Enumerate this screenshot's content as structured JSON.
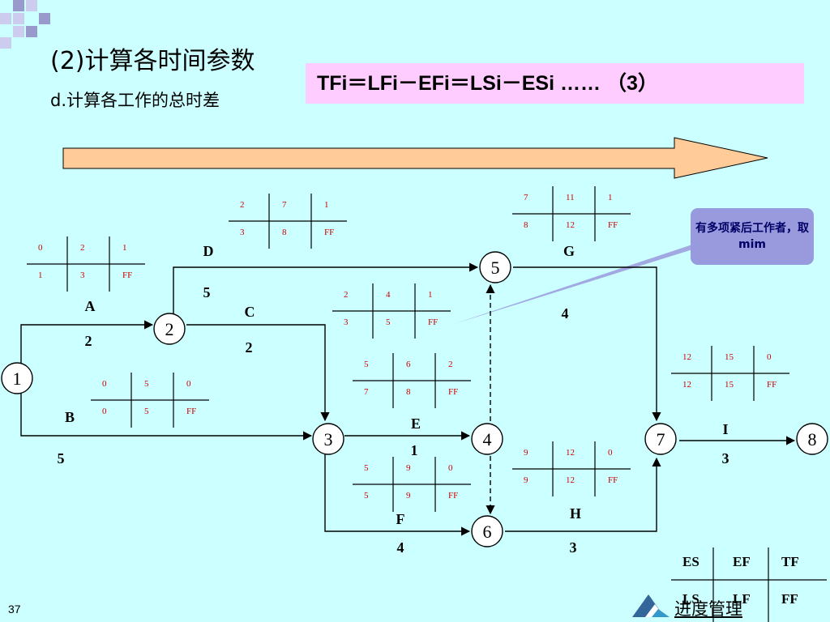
{
  "slide": {
    "title": "(2)计算各时间参数",
    "subtitle": "d.计算各工作的总时差",
    "formula": "TFi＝LFi－EFi＝LSi－ESi …… （3）",
    "callout": "有多项紧后工作者，取mim",
    "page_number": "37",
    "footer_title": "进度管理"
  },
  "nodes": [
    {
      "id": "1",
      "label": "1"
    },
    {
      "id": "2",
      "label": "2"
    },
    {
      "id": "3",
      "label": "3"
    },
    {
      "id": "4",
      "label": "4"
    },
    {
      "id": "5",
      "label": "5"
    },
    {
      "id": "6",
      "label": "6"
    },
    {
      "id": "7",
      "label": "7"
    },
    {
      "id": "8",
      "label": "8"
    }
  ],
  "activities": [
    {
      "name": "A",
      "duration": "2",
      "table": [
        [
          "0",
          "2",
          "1"
        ],
        [
          "1",
          "3",
          "FF"
        ]
      ]
    },
    {
      "name": "B",
      "duration": "5",
      "table": [
        [
          "0",
          "5",
          "0"
        ],
        [
          "0",
          "5",
          "FF"
        ]
      ]
    },
    {
      "name": "C",
      "duration": "2",
      "table": [
        [
          "2",
          "4",
          "1"
        ],
        [
          "3",
          "5",
          "FF"
        ]
      ]
    },
    {
      "name": "D",
      "duration": "5",
      "table": [
        [
          "2",
          "7",
          "1"
        ],
        [
          "3",
          "8",
          "FF"
        ]
      ]
    },
    {
      "name": "E",
      "duration": "1",
      "table": [
        [
          "5",
          "6",
          "2"
        ],
        [
          "7",
          "8",
          "FF"
        ]
      ]
    },
    {
      "name": "F",
      "duration": "4",
      "table": [
        [
          "5",
          "9",
          "0"
        ],
        [
          "5",
          "9",
          "FF"
        ]
      ]
    },
    {
      "name": "G",
      "duration": "4",
      "table": [
        [
          "7",
          "11",
          "1"
        ],
        [
          "8",
          "12",
          "FF"
        ]
      ]
    },
    {
      "name": "H",
      "duration": "3",
      "table": [
        [
          "9",
          "12",
          "0"
        ],
        [
          "9",
          "12",
          "FF"
        ]
      ]
    },
    {
      "name": "I",
      "duration": "3",
      "table": [
        [
          "12",
          "15",
          "0"
        ],
        [
          "12",
          "15",
          "FF"
        ]
      ]
    }
  ],
  "legend": [
    [
      "ES",
      "EF",
      "TF"
    ],
    [
      "LS",
      "LF",
      "FF"
    ]
  ],
  "colors": {
    "background": "#ccffff",
    "formula_bg": "#ffccff",
    "arrow_fill": "#ffcc99",
    "callout_bg": "#9999dd",
    "table_text": "#cc0000"
  }
}
